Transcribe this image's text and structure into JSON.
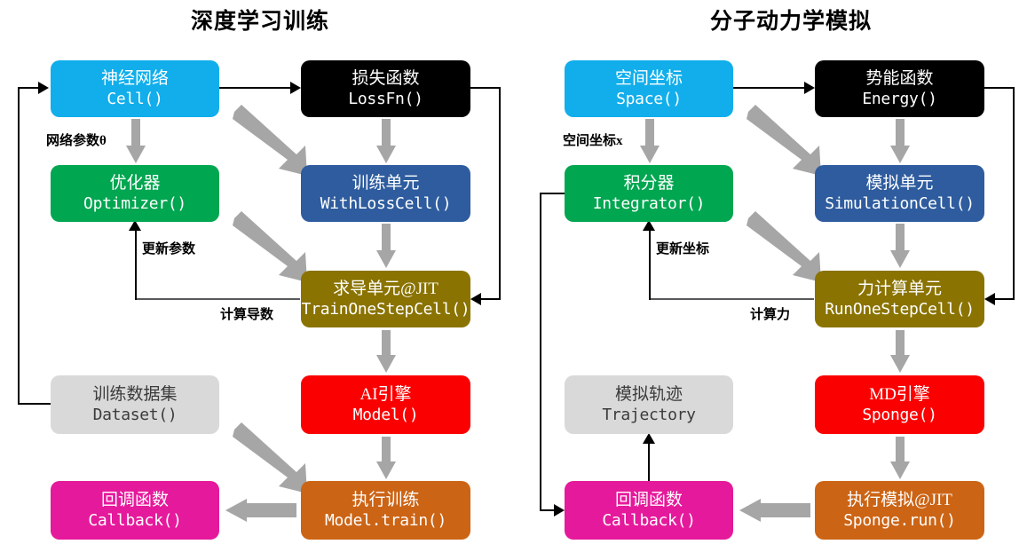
{
  "panels": [
    {
      "title": "深度学习训练",
      "nodes": [
        {
          "id": "cell",
          "cn": "神经网络",
          "en": "Cell()",
          "color": "#11aeeb",
          "text": "#ffffff"
        },
        {
          "id": "lossfn",
          "cn": "损失函数",
          "en": "LossFn()",
          "color": "#000000",
          "text": "#ffffff"
        },
        {
          "id": "optimizer",
          "cn": "优化器",
          "en": "Optimizer()",
          "color": "#00a650",
          "text": "#ffffff"
        },
        {
          "id": "withloss",
          "cn": "训练单元",
          "en": "WithLossCell()",
          "color": "#2e5c9e",
          "text": "#ffffff"
        },
        {
          "id": "trainonestep",
          "cn": "求导单元@JIT",
          "en": "TrainOneStepCell()",
          "color": "#8a7300",
          "text": "#ffffff"
        },
        {
          "id": "dataset",
          "cn": "训练数据集",
          "en": "Dataset()",
          "color": "#d9d9d9",
          "text": "#3b3b3b"
        },
        {
          "id": "model",
          "cn": "AI引擎",
          "en": "Model()",
          "color": "#fa0000",
          "text": "#ffffff"
        },
        {
          "id": "callback",
          "cn": "回调函数",
          "en": "Callback()",
          "color": "#e5199b",
          "text": "#ffffff"
        },
        {
          "id": "modeltrain",
          "cn": "执行训练",
          "en": "Model.train()",
          "color": "#cc6415",
          "text": "#ffffff"
        }
      ],
      "labels": [
        {
          "id": "params",
          "text": "网络参数θ"
        },
        {
          "id": "update",
          "text": "更新参数"
        },
        {
          "id": "grad",
          "text": "计算导数"
        }
      ]
    },
    {
      "title": "分子动力学模拟",
      "nodes": [
        {
          "id": "space",
          "cn": "空间坐标",
          "en": "Space()",
          "color": "#11aeeb",
          "text": "#ffffff"
        },
        {
          "id": "energy",
          "cn": "势能函数",
          "en": "Energy()",
          "color": "#000000",
          "text": "#ffffff"
        },
        {
          "id": "integrator",
          "cn": "积分器",
          "en": "Integrator()",
          "color": "#00a650",
          "text": "#ffffff"
        },
        {
          "id": "simcell",
          "cn": "模拟单元",
          "en": "SimulationCell()",
          "color": "#2e5c9e",
          "text": "#ffffff"
        },
        {
          "id": "runonestep",
          "cn": "力计算单元",
          "en": "RunOneStepCell()",
          "color": "#8a7300",
          "text": "#ffffff"
        },
        {
          "id": "trajectory",
          "cn": "模拟轨迹",
          "en": "Trajectory",
          "color": "#d9d9d9",
          "text": "#3b3b3b"
        },
        {
          "id": "sponge",
          "cn": "MD引擎",
          "en": "Sponge()",
          "color": "#fa0000",
          "text": "#ffffff"
        },
        {
          "id": "callback",
          "cn": "回调函数",
          "en": "Callback()",
          "color": "#e5199b",
          "text": "#ffffff"
        },
        {
          "id": "spongerun",
          "cn": "执行模拟@JIT",
          "en": "Sponge.run()",
          "color": "#cc6415",
          "text": "#ffffff"
        }
      ],
      "labels": [
        {
          "id": "coords",
          "text": "空间坐标x"
        },
        {
          "id": "update",
          "text": "更新坐标"
        },
        {
          "id": "force",
          "text": "计算力"
        }
      ]
    }
  ],
  "colors": {
    "grey_arrow": "#a6a6a6",
    "connector": "#000000",
    "background": "#ffffff"
  }
}
